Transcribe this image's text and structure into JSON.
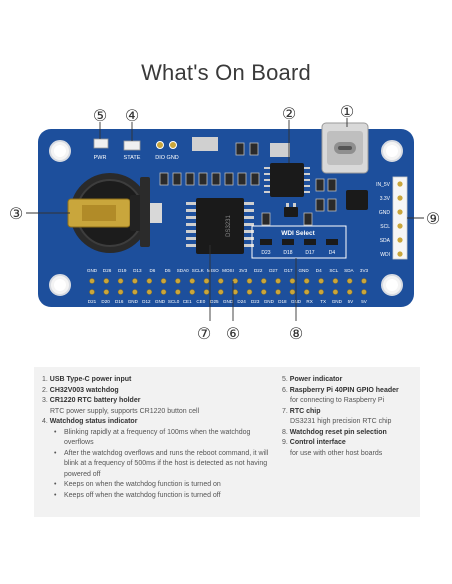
{
  "title": "What's On Board",
  "board": {
    "labels": {
      "pwr": "PWR",
      "state": "STATE",
      "dio_gnd": "DIO GND",
      "wdi_select": "WDI Select",
      "wdi_pins": [
        "D23",
        "D18",
        "D17",
        "D4"
      ],
      "right_pins": [
        "IN_5V",
        "3.3V",
        "GND",
        "SCL",
        "SDA",
        "WDI"
      ],
      "chip": "DS3231",
      "header_top": [
        "GND",
        "D26",
        "D19",
        "D13",
        "D6",
        "D5",
        "SDA0",
        "SCLK",
        "MISO",
        "MOSI",
        "3V3",
        "D22",
        "D27",
        "D17",
        "GND",
        "D4",
        "SCL",
        "SDA",
        "3V3"
      ],
      "header_bottom": [
        "D21",
        "D20",
        "D16",
        "GND",
        "D12",
        "GND",
        "SCL0",
        "CE1",
        "CE0",
        "D25",
        "GND",
        "D24",
        "D23",
        "GND",
        "D18",
        "GND",
        "RX",
        "TX",
        "GND",
        "5V",
        "5V"
      ]
    },
    "callouts": [
      "①",
      "②",
      "③",
      "④",
      "⑤",
      "⑥",
      "⑦",
      "⑧",
      "⑨"
    ],
    "colors": {
      "pcb": "#1d4f9c",
      "silk": "#ffffff",
      "gold": "#c9a63c"
    }
  },
  "description": {
    "left": [
      {
        "num": "1.",
        "label": "USB Type-C power input",
        "sub": "",
        "bullets": []
      },
      {
        "num": "2.",
        "label": "CH32V003 watchdog",
        "sub": "",
        "bullets": []
      },
      {
        "num": "3.",
        "label": "CR1220 RTC battery holder",
        "sub": "RTC power supply, supports CR1220 button cell",
        "bullets": []
      },
      {
        "num": "4.",
        "label": "Watchdog status indicator",
        "sub": "",
        "bullets": [
          "Blinking rapidly at a frequency of 100ms when the watchdog overflows",
          "After the watchdog overflows and runs the reboot command, it will blink at a frequency of 500ms if the host is detected as not having powered off",
          "Keeps on when the watchdog function is turned on",
          "Keeps off when the watchdog function is turned off"
        ]
      }
    ],
    "right": [
      {
        "num": "5.",
        "label": "Power indicator",
        "sub": ""
      },
      {
        "num": "6.",
        "label": "Raspberry Pi 40PIN GPIO header",
        "sub": "for connecting to Raspberry Pi"
      },
      {
        "num": "7.",
        "label": "RTC chip",
        "sub": "DS3231 high precision RTC chip"
      },
      {
        "num": "8.",
        "label": "Watchdog reset pin selection",
        "sub": ""
      },
      {
        "num": "9.",
        "label": "Control interface",
        "sub": "for use with other host boards"
      }
    ]
  }
}
